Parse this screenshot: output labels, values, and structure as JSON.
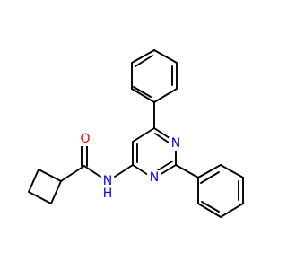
{
  "structure": {
    "atom_labels": {
      "oxygen": "O",
      "amide_n": "N",
      "amide_h": "H",
      "ring_n1": "N",
      "ring_n3": "N"
    },
    "colors": {
      "bond": "#000000",
      "oxygen": "#ff0000",
      "nitrogen": "#0000ff",
      "background": "#ffffff"
    }
  }
}
